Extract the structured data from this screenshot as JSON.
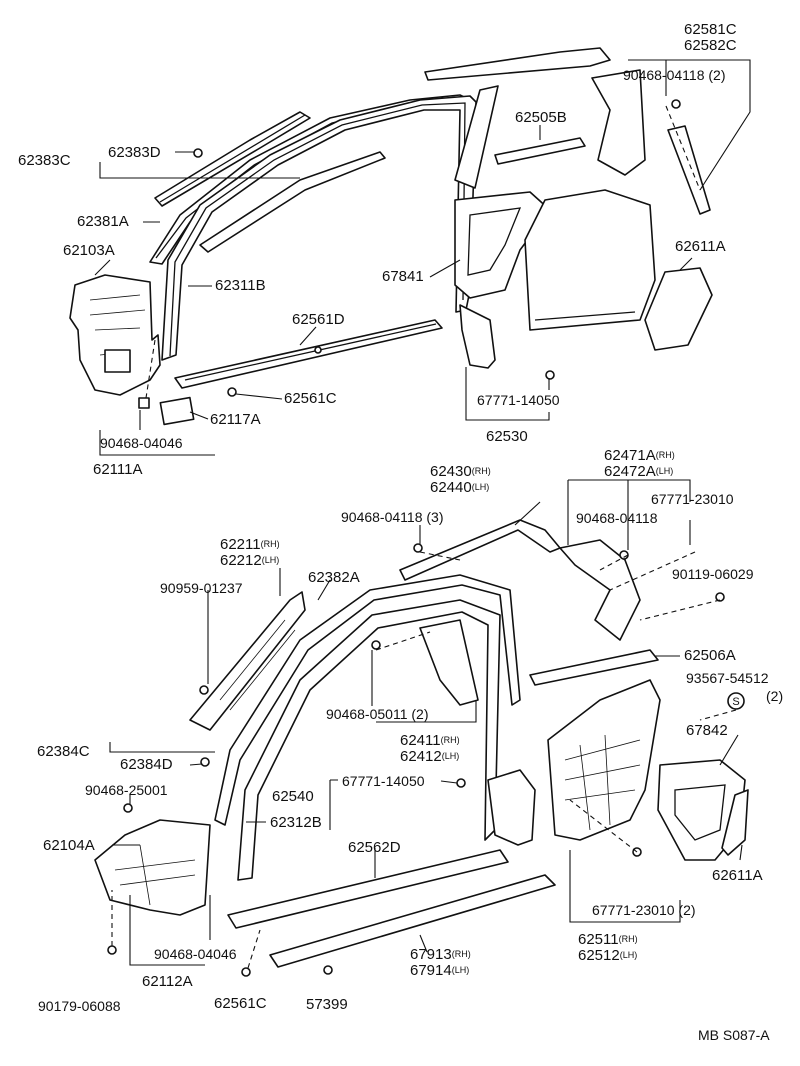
{
  "diagram_code": "MB S087-A",
  "labels": {
    "p62581C": "62581C",
    "p62582C": "62582C",
    "p90468_04118_2": "90468-04118 (2)",
    "p62505B": "62505B",
    "p62383C": "62383C",
    "p62383D": "62383D",
    "p62381A": "62381A",
    "p62103A": "62103A",
    "p62311B": "62311B",
    "p67841": "67841",
    "p62611A_top": "62611A",
    "p62561D": "62561D",
    "p62561C_top": "62561C",
    "p62117A": "62117A",
    "p90468_04046_top": "90468-04046",
    "p62111A": "62111A",
    "p67771_14050_top": "67771-14050",
    "p62530": "62530",
    "p62430": "62430",
    "p62440": "62440",
    "p62471A": "62471A",
    "p62472A": "62472A",
    "p90468_04118_3": "90468-04118 (3)",
    "p90468_04118": "90468-04118",
    "p67771_23010": "67771-23010",
    "p62211": "62211",
    "p62212": "62212",
    "p90959_01237": "90959-01237",
    "p62382A": "62382A",
    "p90119_06029": "90119-06029",
    "p62506A": "62506A",
    "p93567_54512": "93567-54512",
    "p93567_qty": "(2)",
    "p90468_05011_2": "90468-05011 (2)",
    "p62411": "62411",
    "p62412": "62412",
    "p67842": "67842",
    "p62384C": "62384C",
    "p62384D": "62384D",
    "p90468_25001": "90468-25001",
    "p62540": "62540",
    "p67771_14050_bot": "67771-14050",
    "p62312B": "62312B",
    "p62104A": "62104A",
    "p62562D": "62562D",
    "p62611A_bot": "62611A",
    "p90468_04046_bot": "90468-04046",
    "p67771_23010_2": "67771-23010 (2)",
    "p67913": "67913",
    "p67914": "67914",
    "p62511": "62511",
    "p62512": "62512",
    "p62112A": "62112A",
    "p90179_06088": "90179-06088",
    "p62561C_bot": "62561C",
    "p57399": "57399",
    "rh": "(RH)",
    "lh": "(LH)",
    "s_mark": "S"
  }
}
